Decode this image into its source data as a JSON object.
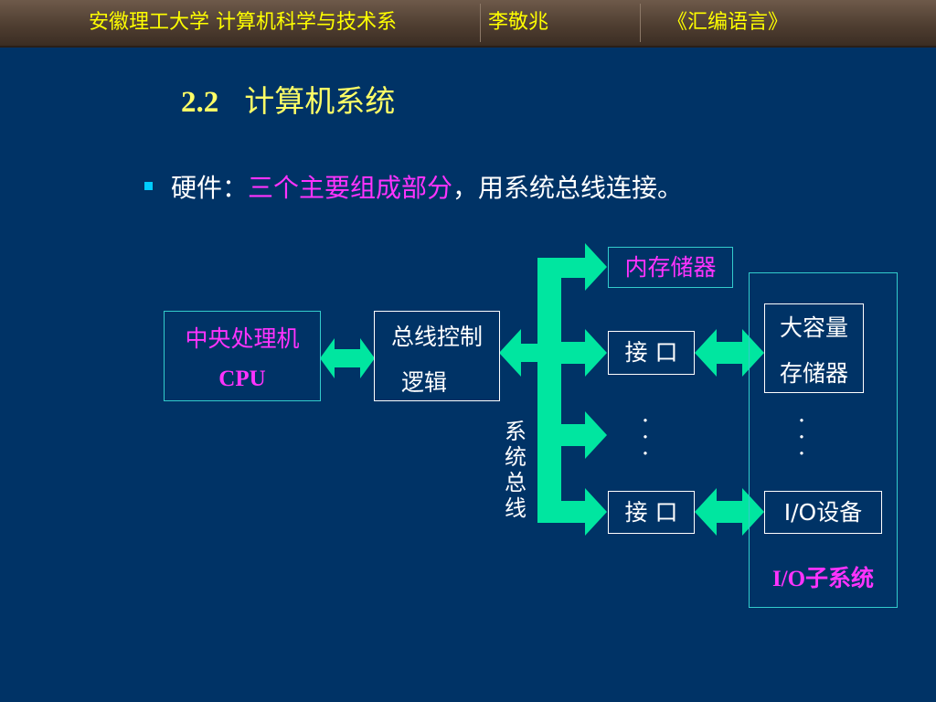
{
  "header": {
    "school": "安徽理工大学  计算机科学与技术系",
    "teacher": "李敬兆",
    "course": "《汇编语言》"
  },
  "slide": {
    "section_number": "2.2",
    "section_title": "计算机系统",
    "bullet": {
      "prefix": "硬件：",
      "highlight": "三个主要组成部分",
      "suffix": "，用系统总线连接。"
    }
  },
  "diagram": {
    "cpu_line1": "中央处理机",
    "cpu_line2": "CPU",
    "bus_ctrl_line1": "总线控制",
    "bus_ctrl_line2": "逻辑",
    "memory": "内存储器",
    "interface1": "接  口",
    "interface2": "接  口",
    "mass_storage_line1": "大容量",
    "mass_storage_line2": "存储器",
    "io_device": "I/O设备",
    "io_subsystem": "I/O子系统",
    "bus_label": [
      "系",
      "统",
      "总",
      "线"
    ]
  },
  "colors": {
    "background": "#003366",
    "header_text": "#ffff00",
    "title": "#ffff66",
    "highlight": "#ff33ff",
    "arrow": "#00e6a0",
    "cyan_border": "#33cccc"
  }
}
